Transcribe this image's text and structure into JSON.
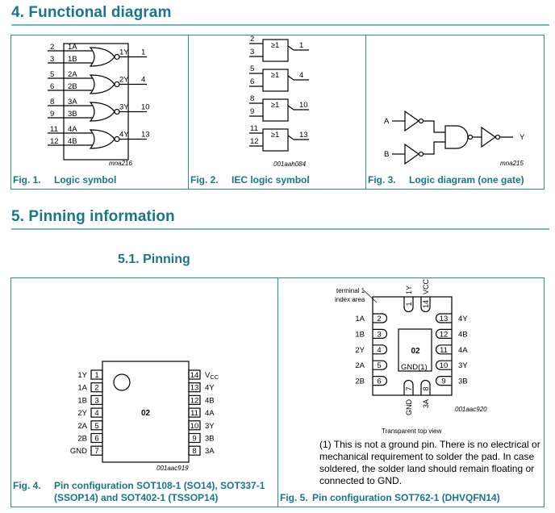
{
  "sections": {
    "functional": {
      "title": "4.  Functional diagram"
    },
    "pinning": {
      "title": "5.  Pinning information",
      "subsection": "5.1.  Pinning"
    }
  },
  "fig1": {
    "number": "Fig. 1.",
    "title": "Logic symbol",
    "code": "mna216",
    "gates": [
      {
        "inA": "2",
        "labA": "1A",
        "inB": "3",
        "labB": "1B",
        "labY": "1Y",
        "out": "1"
      },
      {
        "inA": "5",
        "labA": "2A",
        "inB": "6",
        "labB": "2B",
        "labY": "2Y",
        "out": "4"
      },
      {
        "inA": "8",
        "labA": "3A",
        "inB": "9",
        "labB": "3B",
        "labY": "3Y",
        "out": "10"
      },
      {
        "inA": "11",
        "labA": "4A",
        "inB": "12",
        "labB": "4B",
        "labY": "4Y",
        "out": "13"
      }
    ]
  },
  "fig2": {
    "number": "Fig. 2.",
    "title": "IEC logic symbol",
    "code": "001aah084",
    "symbol": "≥1",
    "gates": [
      {
        "inA": "2",
        "inB": "3",
        "out": "1"
      },
      {
        "inA": "5",
        "inB": "6",
        "out": "4"
      },
      {
        "inA": "8",
        "inB": "9",
        "out": "10"
      },
      {
        "inA": "11",
        "inB": "12",
        "out": "13"
      }
    ]
  },
  "fig3": {
    "number": "Fig. 3.",
    "title": "Logic diagram (one gate)",
    "code": "mna215",
    "inputA": "A",
    "inputB": "B",
    "output": "Y"
  },
  "fig4": {
    "number": "Fig. 4.",
    "title_line1": "Pin configuration SOT108-1 (SO14), SOT337-1",
    "title_line2": "(SSOP14) and SOT402-1 (TSSOP14)",
    "code": "001aac919",
    "chip_label": "02",
    "left_pins": [
      {
        "name": "1Y",
        "num": "1"
      },
      {
        "name": "1A",
        "num": "2"
      },
      {
        "name": "1B",
        "num": "3"
      },
      {
        "name": "2Y",
        "num": "4"
      },
      {
        "name": "2A",
        "num": "5"
      },
      {
        "name": "2B",
        "num": "6"
      },
      {
        "name": "GND",
        "num": "7"
      }
    ],
    "right_pins": [
      {
        "name": "VCC",
        "num": "14"
      },
      {
        "name": "4Y",
        "num": "13"
      },
      {
        "name": "4B",
        "num": "12"
      },
      {
        "name": "4A",
        "num": "11"
      },
      {
        "name": "3Y",
        "num": "10"
      },
      {
        "name": "3B",
        "num": "9"
      },
      {
        "name": "3A",
        "num": "8"
      }
    ]
  },
  "fig5": {
    "number": "Fig. 5.",
    "title": "Pin configuration SOT762-1 (DHVQFN14)",
    "code": "001aac920",
    "chip_label": "02",
    "pad_label": "GND(1)",
    "index_label_1": "terminal 1",
    "index_label_2": "index area",
    "view_label": "Transparent top view",
    "note": "(1) This is not a ground pin. There is no electrical or mechanical requirement to solder the pad. In case soldered, the solder land should remain floating or connected to GND.",
    "top_pins": [
      {
        "name": "1Y",
        "num": "1"
      },
      {
        "name": "VCC",
        "num": "14"
      }
    ],
    "bottom_pins": [
      {
        "name": "GND",
        "num": "7"
      },
      {
        "name": "3A",
        "num": "8"
      }
    ],
    "left_pins": [
      {
        "name": "1A",
        "num": "2"
      },
      {
        "name": "1B",
        "num": "3"
      },
      {
        "name": "2Y",
        "num": "4"
      },
      {
        "name": "2A",
        "num": "5"
      },
      {
        "name": "2B",
        "num": "6"
      }
    ],
    "right_pins": [
      {
        "name": "4Y",
        "num": "13"
      },
      {
        "name": "4B",
        "num": "12"
      },
      {
        "name": "4A",
        "num": "11"
      },
      {
        "name": "3Y",
        "num": "10"
      },
      {
        "name": "3B",
        "num": "9"
      }
    ]
  }
}
